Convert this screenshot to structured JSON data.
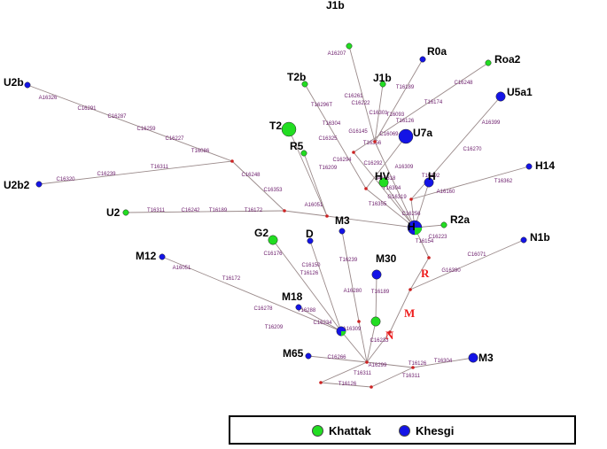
{
  "colors": {
    "khattak": "#22dd22",
    "khesgi": "#1414e6",
    "edge": "#9a8a8a",
    "median": "#cc2222",
    "mut_text": "#6a1a6a",
    "label": "#000000",
    "red_label": "#ee1c1c"
  },
  "nodes": [
    {
      "id": "J1b_top",
      "label": "J1b",
      "type": "khattak",
      "size": "small"
    },
    {
      "id": "R0a",
      "label": "R0a",
      "type": "khesgi",
      "size": "small"
    },
    {
      "id": "Roa2",
      "label": "Roa2",
      "type": "khattak",
      "size": "small"
    },
    {
      "id": "U2b",
      "label": "U2b",
      "type": "khesgi",
      "size": "small"
    },
    {
      "id": "T2b",
      "label": "T2b",
      "type": "khattak",
      "size": "small"
    },
    {
      "id": "J1b",
      "label": "J1b",
      "type": "khattak",
      "size": "small"
    },
    {
      "id": "U5a1",
      "label": "U5a1",
      "type": "khesgi",
      "size": "medium"
    },
    {
      "id": "T2",
      "label": "T2",
      "type": "khattak",
      "size": "large"
    },
    {
      "id": "U7a",
      "label": "U7a",
      "type": "khesgi",
      "size": "large"
    },
    {
      "id": "R5",
      "label": "R5",
      "type": "khattak",
      "size": "small"
    },
    {
      "id": "H14",
      "label": "H14",
      "type": "khesgi",
      "size": "small"
    },
    {
      "id": "U2b2",
      "label": "U2b2",
      "type": "khesgi",
      "size": "small"
    },
    {
      "id": "HV",
      "label": "HV",
      "type": "khattak",
      "size": "medium"
    },
    {
      "id": "H",
      "label": "H",
      "type": "khesgi",
      "size": "medium"
    },
    {
      "id": "HC",
      "label": "H",
      "type": "mixed",
      "size": "large"
    },
    {
      "id": "U2",
      "label": "U2",
      "type": "khattak",
      "size": "small"
    },
    {
      "id": "R2a",
      "label": "R2a",
      "type": "khattak",
      "size": "small"
    },
    {
      "id": "M3_up",
      "label": "M3",
      "type": "khesgi",
      "size": "small"
    },
    {
      "id": "G2",
      "label": "G2",
      "type": "khattak",
      "size": "medium"
    },
    {
      "id": "D",
      "label": "D",
      "type": "khesgi",
      "size": "small"
    },
    {
      "id": "N1b",
      "label": "N1b",
      "type": "khesgi",
      "size": "small"
    },
    {
      "id": "M12",
      "label": "M12",
      "type": "khesgi",
      "size": "small"
    },
    {
      "id": "M30",
      "label": "M30",
      "type": "khesgi",
      "size": "medium"
    },
    {
      "id": "M18",
      "label": "M18",
      "type": "khesgi",
      "size": "small"
    },
    {
      "id": "MC",
      "label": "",
      "type": "mixed",
      "size": "medium"
    },
    {
      "id": "MG",
      "label": "",
      "type": "khattak",
      "size": "medium"
    },
    {
      "id": "M65",
      "label": "M65",
      "type": "khesgi",
      "size": "small"
    },
    {
      "id": "M3",
      "label": "M3",
      "type": "khesgi",
      "size": "medium"
    }
  ],
  "mutations": [
    "A16207",
    "C16261",
    "T16189",
    "C16248",
    "T16296T",
    "C16222",
    "C16301",
    "T16093",
    "T16174",
    "A16326",
    "C16291",
    "C16287",
    "T16304",
    "G16145",
    "T16126",
    "A16399",
    "C16259",
    "C16227",
    "C16325",
    "C16069",
    "C16270",
    "T16086",
    "T16209",
    "T16356",
    "C16294",
    "C16292",
    "A16309",
    "T16192",
    "T16362",
    "C16320",
    "C16239",
    "T16311",
    "C16248",
    "A16318",
    "T16304",
    "A16160",
    "C16353",
    "G16319",
    "C16256",
    "T16355",
    "A16051",
    "T16311",
    "C16242",
    "T16189",
    "T16172",
    "T16154",
    "C16223",
    "C16071",
    "G16390",
    "C16176",
    "C16150",
    "T16239",
    "T16126",
    "A16051",
    "T16172",
    "T16189",
    "A16280",
    "T16288",
    "C16278",
    "T16209",
    "C16234",
    "A16309",
    "C16233",
    "C16266",
    "A16299",
    "T16126",
    "T16304",
    "T16311",
    "T16311",
    "T16126"
  ],
  "branch_labels": [
    "R",
    "M",
    "N"
  ],
  "legend": {
    "items": [
      {
        "label": "Khattak",
        "type": "khattak"
      },
      {
        "label": "Khesgi",
        "type": "khesgi"
      }
    ]
  }
}
